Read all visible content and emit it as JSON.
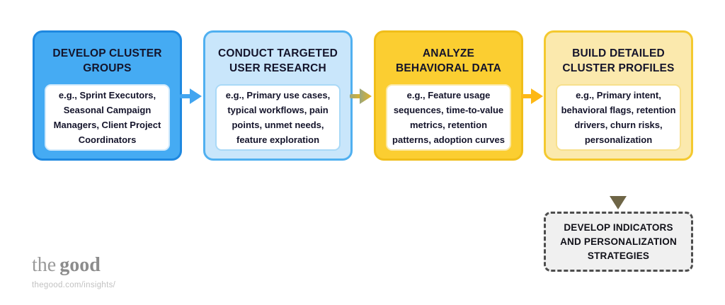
{
  "flow": {
    "steps": [
      {
        "title": "DEVELOP CLUSTER\nGROUPS",
        "detail": "e.g., Sprint Executors,\nSeasonal Campaign\nManagers, Client Project\nCoordinators",
        "fill": "#45ABF3",
        "border": "#1E88E0",
        "inner_border": "#CFE9FC"
      },
      {
        "title": "CONDUCT TARGETED\nUSER RESEARCH",
        "detail": "e.g., Primary use cases,\ntypical workflows, pain\npoints, unmet needs,\nfeature exploration",
        "fill": "#C9E6FB",
        "border": "#50B0F0",
        "inner_border": "#A9D9F7"
      },
      {
        "title": "ANALYZE\nBEHAVIORAL DATA",
        "detail": "e.g., Feature usage\nsequences, time-to-value\nmetrics, retention\npatterns, adoption curves",
        "fill": "#FBCE31",
        "border": "#F0BE1A",
        "inner_border": "#FBE9A5"
      },
      {
        "title": "BUILD DETAILED\nCLUSTER PROFILES",
        "detail": "e.g., Primary intent,\nbehavioral flags, retention\ndrivers, churn risks,\npersonalization",
        "fill": "#FBE9AD",
        "border": "#F4C92F",
        "inner_border": "#F7E08C"
      }
    ],
    "connectors": [
      {
        "name": "arrow-1",
        "color": "#42A5F0"
      },
      {
        "name": "arrow-2",
        "gradient_start": "#9AA77C",
        "gradient_end": "#E5B422"
      },
      {
        "name": "arrow-3",
        "color": "#FDB815"
      },
      {
        "name": "arrow-down",
        "dash_top": "#D4A821",
        "dash_bottom": "#7A6F3E",
        "head": "#6E6546"
      }
    ],
    "outcome": {
      "title": "DEVELOP INDICATORS\nAND PERSONALIZATION\nSTRATEGIES",
      "fill": "#F0F0F0",
      "border": "#4D4D4D"
    }
  },
  "footer": {
    "brand_the": "the",
    "brand_good": "good",
    "url": "thegood.com/insights/"
  }
}
